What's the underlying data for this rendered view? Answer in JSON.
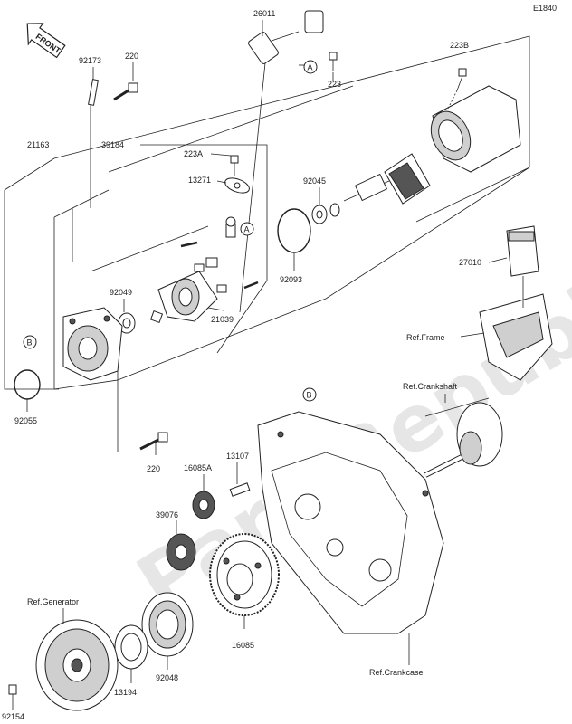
{
  "diagram_code": "E1840",
  "watermark": "PartsRepublik",
  "front_arrow": "FRONT",
  "callouts": {
    "a": "A",
    "b": "B"
  },
  "part_labels": {
    "p26011": "26011",
    "p92173": "92173",
    "p220_top": "220",
    "p223b": "223B",
    "p223": "223",
    "p21163": "21163",
    "p39184": "39184",
    "p223a": "223A",
    "p13271": "13271",
    "p92045": "92045",
    "p92093": "92093",
    "p27010": "27010",
    "p92049": "92049",
    "p21039": "21039",
    "p92055": "92055",
    "p220_mid": "220",
    "p13107": "13107",
    "p16085a": "16085A",
    "p39076": "39076",
    "p16085": "16085",
    "p92048": "92048",
    "p13194": "13194",
    "p92154": "92154"
  },
  "ref_labels": {
    "frame": "Ref.Frame",
    "crankshaft": "Ref.Crankshaft",
    "generator": "Ref.Generator",
    "crankcase": "Ref.Crankcase"
  }
}
